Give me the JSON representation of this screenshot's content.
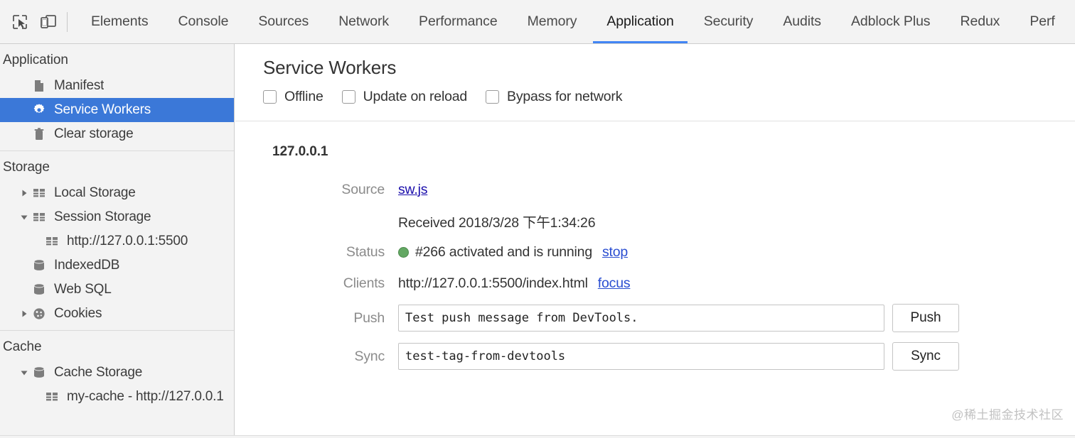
{
  "toolbar": {
    "icons": [
      {
        "name": "inspect-element-icon",
        "title": "Inspect element"
      },
      {
        "name": "device-toolbar-icon",
        "title": "Toggle device toolbar"
      }
    ],
    "tabs": [
      {
        "label": "Elements",
        "active": false
      },
      {
        "label": "Console",
        "active": false
      },
      {
        "label": "Sources",
        "active": false
      },
      {
        "label": "Network",
        "active": false
      },
      {
        "label": "Performance",
        "active": false
      },
      {
        "label": "Memory",
        "active": false
      },
      {
        "label": "Application",
        "active": true
      },
      {
        "label": "Security",
        "active": false
      },
      {
        "label": "Audits",
        "active": false
      },
      {
        "label": "Adblock Plus",
        "active": false
      },
      {
        "label": "Redux",
        "active": false
      },
      {
        "label": "Perf",
        "active": false
      }
    ]
  },
  "sidebar": {
    "sections": [
      {
        "title": "Application",
        "items": [
          {
            "label": "Manifest",
            "icon": "manifest-file-icon",
            "indent": 1,
            "selected": false,
            "twisty": "none"
          },
          {
            "label": "Service Workers",
            "icon": "gear-icon",
            "indent": 1,
            "selected": true,
            "twisty": "none"
          },
          {
            "label": "Clear storage",
            "icon": "trash-icon",
            "indent": 1,
            "selected": false,
            "twisty": "none"
          }
        ]
      },
      {
        "title": "Storage",
        "items": [
          {
            "label": "Local Storage",
            "icon": "table-icon",
            "indent": 1,
            "selected": false,
            "twisty": "collapsed"
          },
          {
            "label": "Session Storage",
            "icon": "table-icon",
            "indent": 1,
            "selected": false,
            "twisty": "expanded"
          },
          {
            "label": "http://127.0.0.1:5500",
            "icon": "table-icon",
            "indent": 2,
            "selected": false,
            "twisty": "none"
          },
          {
            "label": "IndexedDB",
            "icon": "database-icon",
            "indent": 1,
            "selected": false,
            "twisty": "none"
          },
          {
            "label": "Web SQL",
            "icon": "database-icon",
            "indent": 1,
            "selected": false,
            "twisty": "none"
          },
          {
            "label": "Cookies",
            "icon": "cookie-icon",
            "indent": 1,
            "selected": false,
            "twisty": "collapsed"
          }
        ]
      },
      {
        "title": "Cache",
        "items": [
          {
            "label": "Cache Storage",
            "icon": "database-icon",
            "indent": 1,
            "selected": false,
            "twisty": "expanded"
          },
          {
            "label": "my-cache - http://127.0.0.1",
            "icon": "table-icon",
            "indent": 2,
            "selected": false,
            "twisty": "none"
          }
        ]
      }
    ]
  },
  "main": {
    "title": "Service Workers",
    "options": [
      {
        "label": "Offline",
        "checked": false,
        "name": "offline"
      },
      {
        "label": "Update on reload",
        "checked": false,
        "name": "update-on-reload"
      },
      {
        "label": "Bypass for network",
        "checked": false,
        "name": "bypass-for-network"
      }
    ],
    "origin": "127.0.0.1",
    "rows": {
      "source_label": "Source",
      "source_link": "sw.js",
      "received_text": "Received 2018/3/28 下午1:34:26",
      "status_label": "Status",
      "status_text": "#266 activated and is running",
      "status_action": "stop",
      "clients_label": "Clients",
      "clients_value": "http://127.0.0.1:5500/index.html",
      "clients_action": "focus",
      "push_label": "Push",
      "push_value": "Test push message from DevTools.",
      "push_button": "Push",
      "sync_label": "Sync",
      "sync_value": "test-tag-from-devtools",
      "sync_button": "Sync"
    }
  },
  "watermark": "@稀土掘金技术社区",
  "colors": {
    "accent": "#4285f4",
    "selection": "#3b78d8",
    "link": "#1a0dab",
    "status_green": "#63a863",
    "toolbar_bg": "#f3f3f3"
  }
}
